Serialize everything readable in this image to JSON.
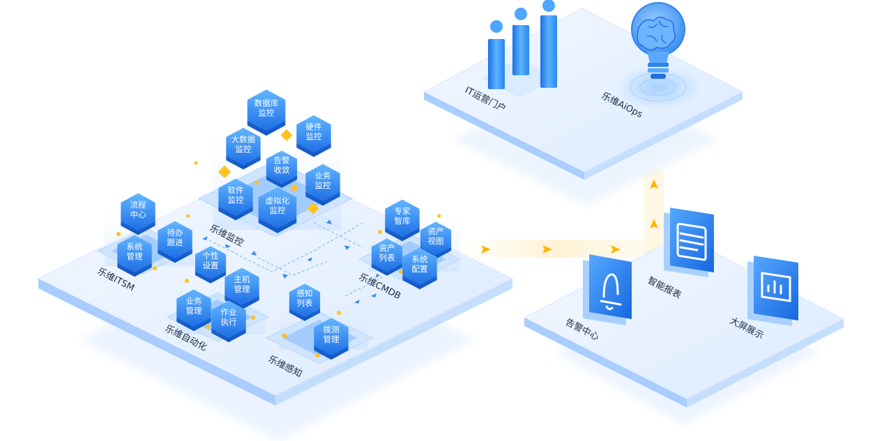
{
  "modules": {
    "monitor": "乐维监控",
    "itsm": "乐维ITSM",
    "automation": "乐维自动化",
    "perception": "乐维感知",
    "cmdb": "乐维CMDB",
    "portal": "IT运营门户",
    "aiops": "乐维AiOps",
    "alarm_center": "告警中心",
    "smart_report": "智能报表",
    "big_screen": "大屏展示"
  },
  "tiles": {
    "db_monitor": [
      "数据库",
      "监控"
    ],
    "hardware_monitor": [
      "硬件",
      "监控"
    ],
    "bigdata_monitor": [
      "大数据",
      "监控"
    ],
    "alert_converge": [
      "告警",
      "收敛"
    ],
    "business_monitor": [
      "业务",
      "监控"
    ],
    "software_monitor": [
      "软件",
      "监控"
    ],
    "virtual_monitor": [
      "虚拟化",
      "监控"
    ],
    "process_center": [
      "流程",
      "中心"
    ],
    "todo_follow": [
      "待办",
      "跟进"
    ],
    "system_manage": [
      "系统",
      "管理"
    ],
    "personal_settings": [
      "个性",
      "设置"
    ],
    "host_manage": [
      "主机",
      "管理"
    ],
    "business_manage": [
      "业务",
      "管理"
    ],
    "job_execute": [
      "作业",
      "执行"
    ],
    "sense_list": [
      "感知",
      "列表"
    ],
    "dial_test": [
      "拨测",
      "管理"
    ],
    "expert_kb": [
      "专家",
      "智库"
    ],
    "asset_view": [
      "资产",
      "视图"
    ],
    "asset_list": [
      "资产",
      "列表"
    ],
    "system_config": [
      "系统",
      "配置"
    ]
  },
  "colors": {
    "accent": "#2f8ef6",
    "tile_top": "#5bb2ff",
    "tile_bottom": "#1f74ea",
    "platform": "#e4f0ff",
    "platform_edge": "#cfe3ff",
    "gold": "#ffc21f",
    "arrow": "#ffb300"
  }
}
